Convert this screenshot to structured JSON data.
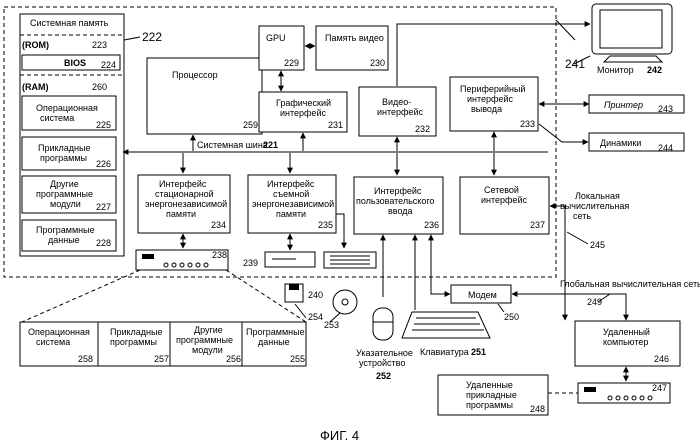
{
  "figure_caption": "ФИГ. 4",
  "system_memory": {
    "label": "Системная память",
    "ref": "222"
  },
  "rom": {
    "label": "(ROM)",
    "num": "223"
  },
  "bios": {
    "label": "BIOS",
    "num": "224"
  },
  "ram": {
    "label": "(RAM)",
    "num": "260"
  },
  "os_box": {
    "line1": "Операционная",
    "line2": "система",
    "num": "225"
  },
  "apps_box": {
    "line1": "Прикладные",
    "line2": "программы",
    "num": "226"
  },
  "other_modules_box": {
    "line1": "Другие",
    "line2": "программные",
    "line3": "модули",
    "num": "227"
  },
  "program_data_box": {
    "line1": "Программные",
    "line2": "данные",
    "num": "228"
  },
  "processor": {
    "label": "Процессор",
    "num": "259"
  },
  "gpu": {
    "label": "GPU",
    "num": "229"
  },
  "video_memory": {
    "label": "Память видео",
    "num": "230"
  },
  "graphics_interface": {
    "line1": "Графический",
    "line2": "интерфейс",
    "num": "231"
  },
  "video_interface": {
    "line1": "Видео-",
    "line2": "интерфейс",
    "num": "232"
  },
  "peripheral_interface": {
    "line1": "Периферийный",
    "line2": "интерфейс",
    "line3": "вывода",
    "num": "233"
  },
  "system_bus": {
    "label": "Системная шина",
    "num": "221"
  },
  "nonremovable_iface": {
    "line1": "Интерфейс",
    "line2": "стационарной",
    "line3": "энергонезависимой",
    "line4": "памяти",
    "num": "234"
  },
  "removable_iface": {
    "line1": "Интерфейс",
    "line2": "съемной",
    "line3": "энергонезависимой",
    "line4": "памяти",
    "num": "235"
  },
  "user_input_iface": {
    "line1": "Интерфейс",
    "line2": "пользовательского",
    "line3": "ввода",
    "num": "236"
  },
  "network_iface": {
    "line1": "Сетевой",
    "line2": "интерфейс",
    "num": "237"
  },
  "monitor": {
    "label": "Монитор",
    "num": "242"
  },
  "printer": {
    "label": "Принтер",
    "num": "243"
  },
  "speakers": {
    "label": "Динамики",
    "num": "244"
  },
  "lan": {
    "line1": "Локальная",
    "line2": "вычислительная",
    "line3": "сеть",
    "num": "245"
  },
  "wan": {
    "label": "Глобальная вычислительная сеть",
    "num": "249"
  },
  "modem": {
    "label": "Модем",
    "num": "250"
  },
  "remote_computer": {
    "line1": "Удаленный",
    "line2": "компьютер",
    "num": "246"
  },
  "remote_apps": {
    "line1": "Удаленные",
    "line2": "прикладные",
    "line3": "программы",
    "num": "248"
  },
  "remote_drive_num": "247",
  "hard_drive_num": "238",
  "bottom_os": {
    "line1": "Операционная",
    "line2": "система",
    "num": "258"
  },
  "bottom_apps": {
    "line1": "Прикладные",
    "line2": "программы",
    "num": "257"
  },
  "bottom_modules": {
    "line1": "Другие",
    "line2": "программные",
    "line3": "модули",
    "num": "256"
  },
  "bottom_data": {
    "line1": "Программные",
    "line2": "данные",
    "num": "255"
  },
  "pointing_device": {
    "line1": "Указательное",
    "line2": "устройство",
    "num": "252"
  },
  "keyboard": {
    "label": "Клавиатура",
    "num": "251"
  },
  "ref_241": "241",
  "ref_239": "239",
  "ref_240": "240",
  "ref_253": "253",
  "ref_254": "254"
}
